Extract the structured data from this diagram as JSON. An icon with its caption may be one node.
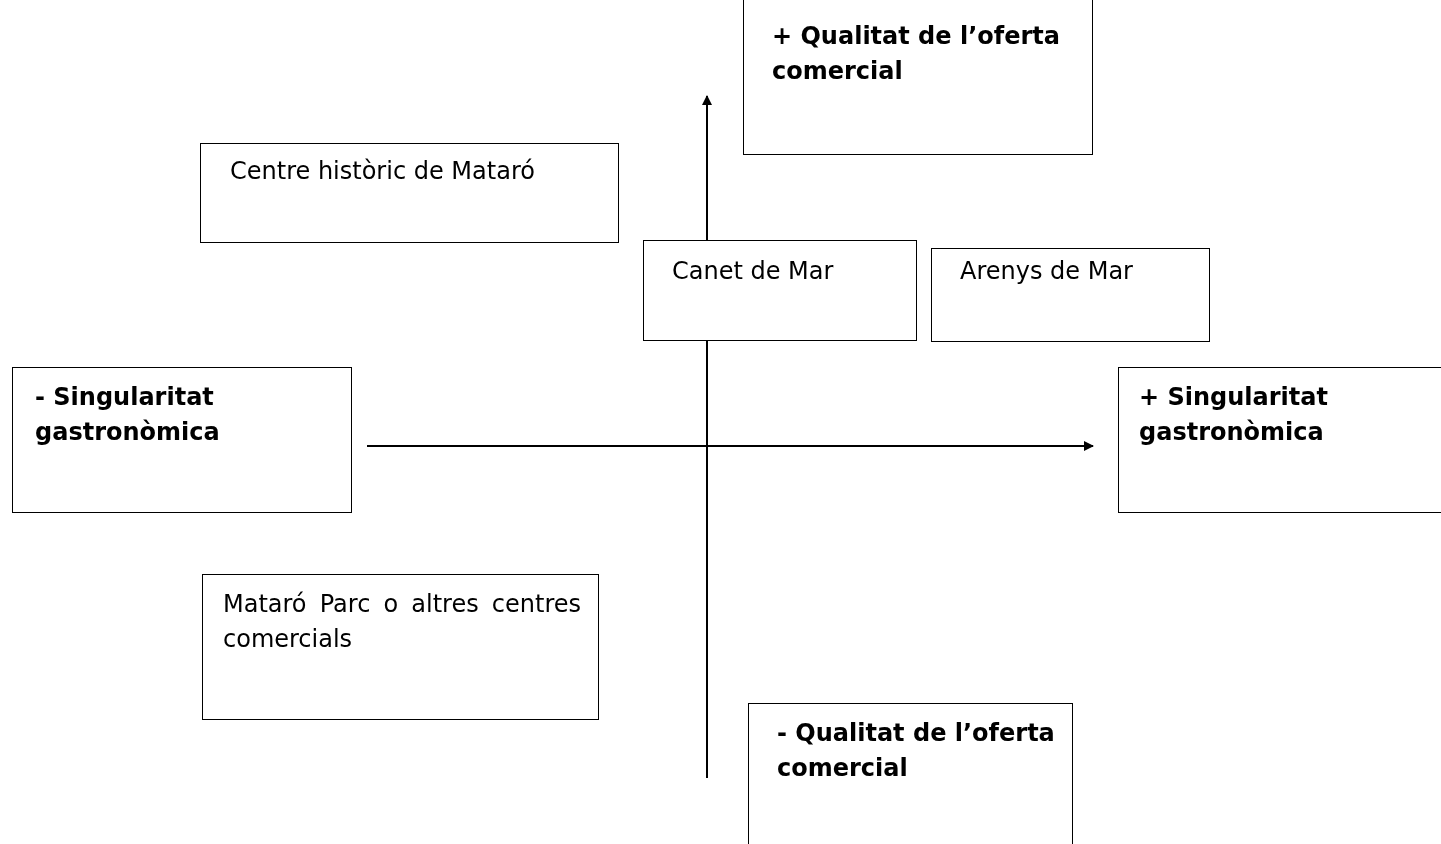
{
  "diagram": {
    "nodes": [
      {
        "text": [
          "+ Qualitat de l’oferta comercial"
        ]
      },
      {
        "text": [
          "Centre històric de Mataró"
        ]
      },
      {
        "text": [
          "Canet de Mar"
        ]
      },
      {
        "text": [
          "Arenys de Mar"
        ]
      },
      {
        "text": [
          "- Singularitat gastronòmica"
        ]
      },
      {
        "text": [
          "+ Singularitat gastronòmica"
        ]
      },
      {
        "text": [
          "Mataró Parc o altres centres comercials"
        ]
      },
      {
        "text": [
          "- Qualitat de l’oferta comercial"
        ]
      }
    ]
  }
}
